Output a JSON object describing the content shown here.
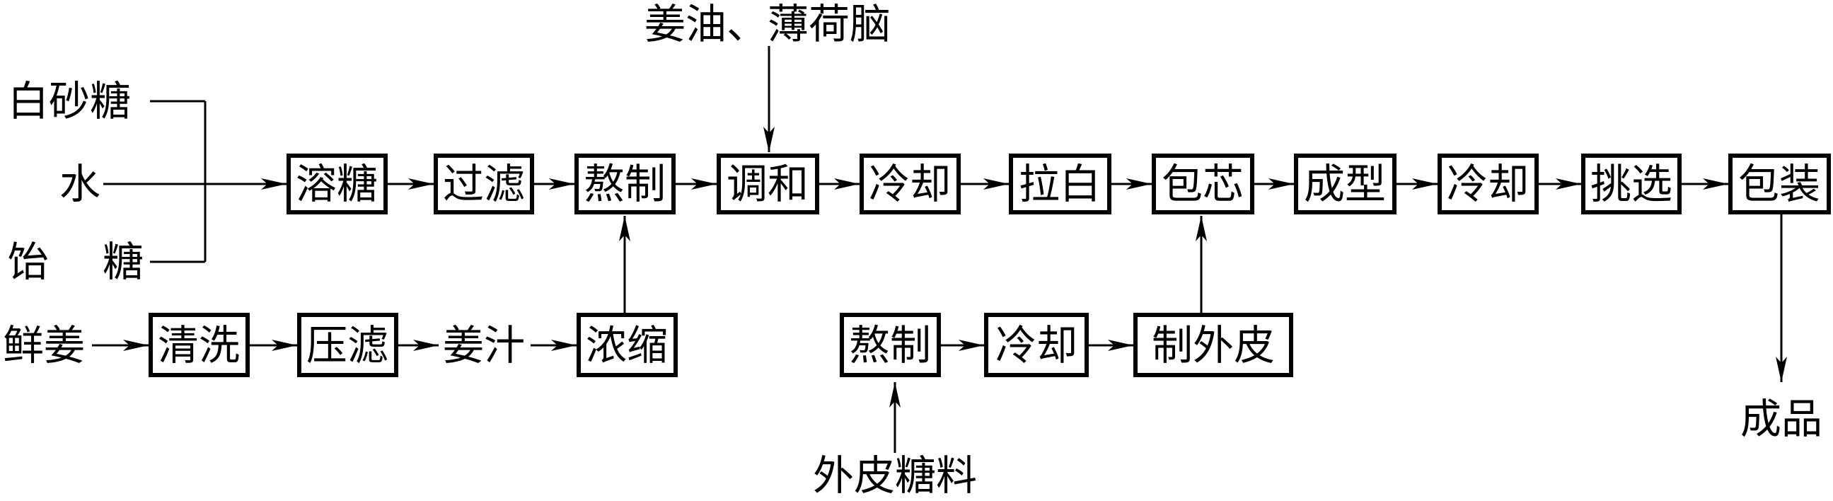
{
  "top_input": "姜油、薄荷脑",
  "raw_inputs": {
    "sugar": "白砂糖",
    "water": "水",
    "syrup_a": "饴",
    "syrup_b": "糖"
  },
  "main_steps": [
    "溶糖",
    "过滤",
    "熬制",
    "调和",
    "冷却",
    "拉白",
    "包芯",
    "成型",
    "冷却",
    "挑选",
    "包装"
  ],
  "ginger_line": {
    "start": "鲜姜",
    "steps": [
      "清洗",
      "压滤"
    ],
    "juice": "姜汁",
    "concentrate": "浓缩"
  },
  "shell_line": {
    "steps": [
      "熬制",
      "冷却",
      "制外皮"
    ],
    "input": "外皮糖料"
  },
  "output": "成品"
}
